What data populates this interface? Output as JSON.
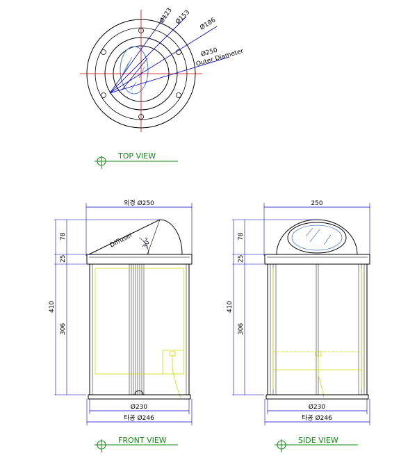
{
  "top_view": {
    "title": "TOP VIEW",
    "dims": {
      "d123": "Ø123",
      "d153": "Ø153",
      "d186": "Ø186",
      "d250": "Ø250",
      "outer": "Outer Diameter"
    }
  },
  "front_view": {
    "title": "FRONT VIEW",
    "top_width": "외경 Ø250",
    "diffuser": "Diffuser",
    "angle": "30°",
    "heights": {
      "h78": "78",
      "h25": "25",
      "h306": "306",
      "h410": "410"
    },
    "bottom_inner": "Ø230",
    "bottom_outer": "타공 Ø246"
  },
  "side_view": {
    "title": "SIDE VIEW",
    "top_width": "250",
    "heights": {
      "h78": "78",
      "h25": "25",
      "h306": "306",
      "h410": "410"
    },
    "bottom_inner": "Ø230",
    "bottom_outer": "타공 Ø246"
  },
  "colors": {
    "line": "#000000",
    "dim_blue": "#0000cc",
    "center_red": "#cc0000",
    "title_green": "#138a13",
    "hidden_yellow": "#d8d800",
    "lens_blue": "#4a7fd6"
  }
}
